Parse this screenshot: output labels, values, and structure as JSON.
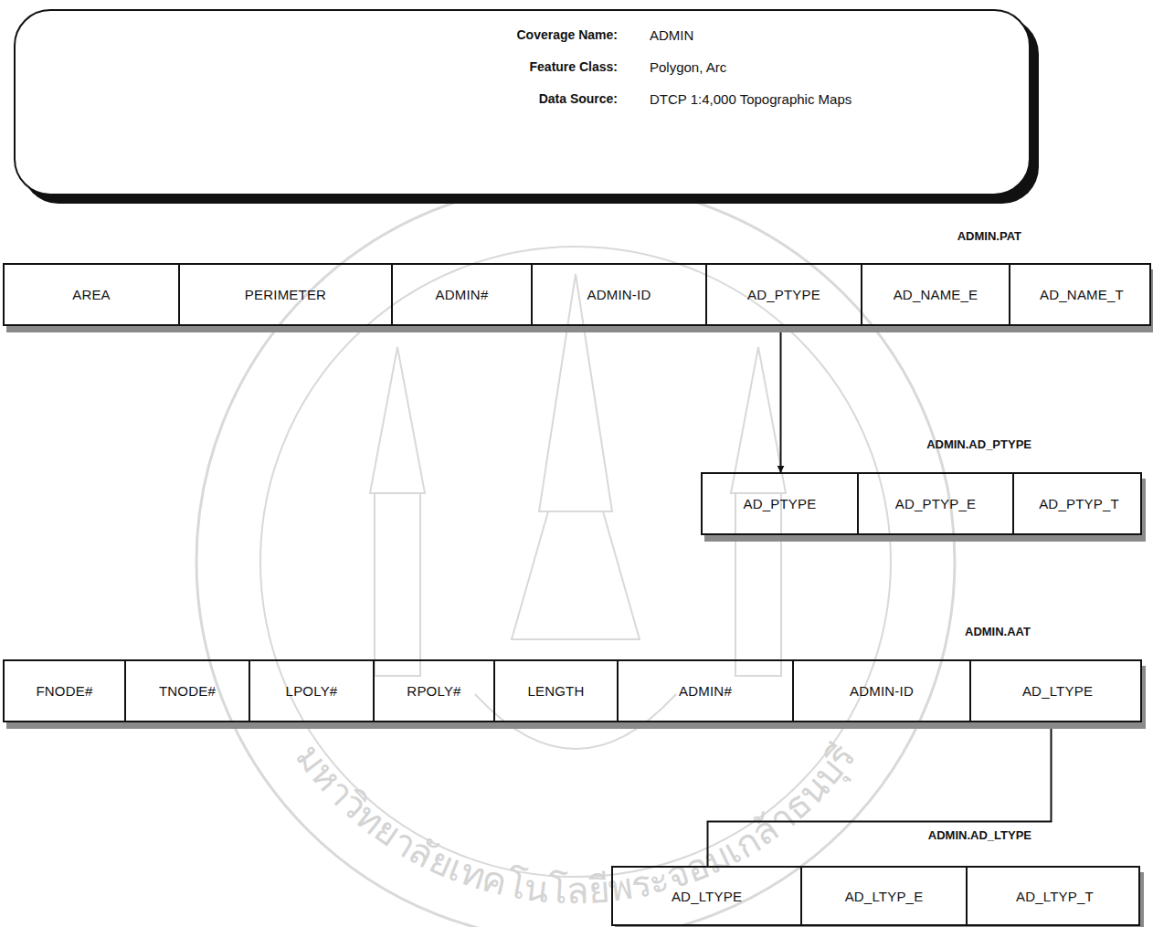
{
  "diagram": {
    "nodes": [
      {
        "text": [
          "Coverage Name:",
          "ADMIN",
          "Feature Class:",
          "Polygon, Arc",
          "Data Source:",
          "DTCP 1:4,000 Topographic Maps"
        ]
      },
      {
        "text": [
          "ADMIN.PAT"
        ]
      },
      {
        "text": [
          "AREA"
        ],
        "in": 1
      },
      {
        "text": [
          "PERIMETER"
        ],
        "in": 1
      },
      {
        "text": [
          "ADMIN#"
        ],
        "in": 1
      },
      {
        "text": [
          "ADMIN-ID"
        ],
        "in": 1
      },
      {
        "text": [
          "AD_PTYPE"
        ],
        "in": 1
      },
      {
        "text": [
          "AD_NAME_E"
        ],
        "in": 1
      },
      {
        "text": [
          "AD_NAME_T"
        ],
        "in": 1
      },
      {
        "text": [
          "ADMIN.AD_PTYPE"
        ]
      },
      {
        "text": [
          "AD_PTYPE"
        ],
        "in": 9
      },
      {
        "text": [
          "AD_PTYP_E"
        ],
        "in": 9
      },
      {
        "text": [
          "AD_PTYP_T"
        ],
        "in": 9
      },
      {
        "text": [
          "ADMIN.AAT"
        ]
      },
      {
        "text": [
          "FNODE#"
        ],
        "in": 13
      },
      {
        "text": [
          "TNODE#"
        ],
        "in": 13
      },
      {
        "text": [
          "LPOLY#"
        ],
        "in": 13
      },
      {
        "text": [
          "RPOLY#"
        ],
        "in": 13
      },
      {
        "text": [
          "LENGTH"
        ],
        "in": 13
      },
      {
        "text": [
          "ADMIN#"
        ],
        "in": 13
      },
      {
        "text": [
          "ADMIN-ID"
        ],
        "in": 13
      },
      {
        "text": [
          "AD_LTYPE"
        ],
        "in": 13
      },
      {
        "text": [
          "ADMIN.AD_LTYPE"
        ]
      },
      {
        "text": [
          "AD_LTYPE"
        ],
        "in": 22
      },
      {
        "text": [
          "AD_LTYP_E"
        ],
        "in": 22
      },
      {
        "text": [
          "AD_LTYP_T"
        ],
        "in": 22
      }
    ],
    "edges": [
      {
        "from": 6,
        "to": 10,
        "arrow": "both"
      },
      {
        "from": 23,
        "to": 21,
        "arrow": "to"
      }
    ],
    "labels": [
      "มหาวิทยาลัยเทคโนโลยีพระจอมเกล้าธนบุรี"
    ]
  }
}
